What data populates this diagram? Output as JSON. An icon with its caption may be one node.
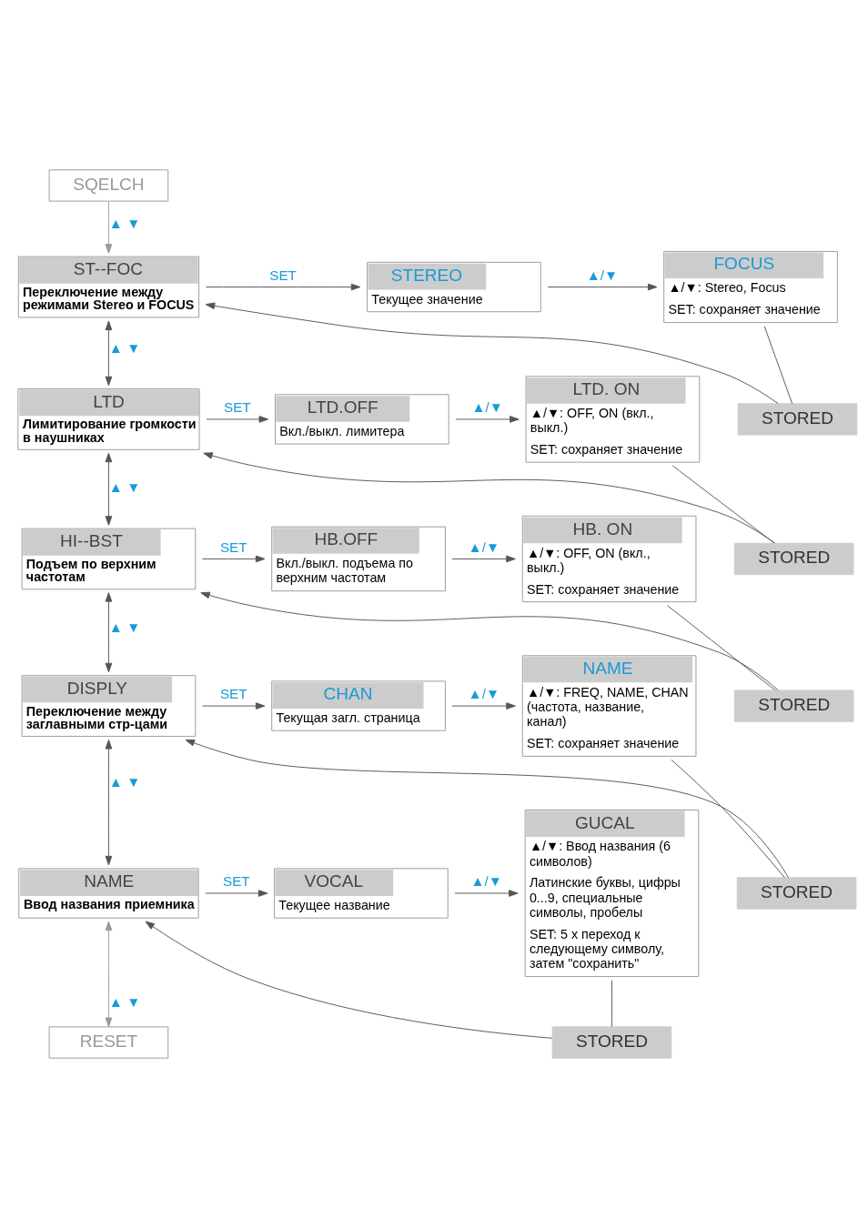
{
  "diagram": {
    "nodes": [
      {
        "text": [
          "SQELCH"
        ]
      },
      {
        "text": [
          "ST--FOC",
          "Переключение между режимами Stereo и FOCUS"
        ]
      },
      {
        "text": [
          "STEREO",
          "Текущее значение"
        ]
      },
      {
        "text": [
          "FOCUS",
          "▲/▼: Stereo, Focus",
          "SET: сохраняет значение"
        ]
      },
      {
        "text": [
          "STORED"
        ]
      },
      {
        "text": [
          "LTD",
          "Лимитирование громкости в наушниках"
        ]
      },
      {
        "text": [
          "LTD.OFF",
          "Вкл./выкл. лимитера"
        ]
      },
      {
        "text": [
          "LTD. ON",
          "▲/▼: OFF, ON (вкл., выкл.)",
          "SET: сохраняет значение"
        ]
      },
      {
        "text": [
          "STORED"
        ]
      },
      {
        "text": [
          "HI--BST",
          "Подъем по верхним частотам"
        ]
      },
      {
        "text": [
          "HB.OFF",
          "Вкл./выкл. подъема по верхним частотам"
        ]
      },
      {
        "text": [
          "HB. ON",
          "▲/▼: OFF, ON (вкл., выкл.)",
          "SET: сохраняет значение"
        ]
      },
      {
        "text": [
          "STORED"
        ]
      },
      {
        "text": [
          "DISPLY",
          "Переключение между заглавными стр-цами"
        ]
      },
      {
        "text": [
          "CHAN",
          "Текущая загл. страница"
        ]
      },
      {
        "text": [
          "NAME",
          "▲/▼: FREQ, NAME, CHAN (частота, название, канал)",
          "SET: сохраняет значение"
        ]
      },
      {
        "text": [
          "STORED"
        ]
      },
      {
        "text": [
          "NAME",
          "Ввод названия приемника"
        ]
      },
      {
        "text": [
          "VOCAL",
          "Текущее название"
        ]
      },
      {
        "text": [
          "GUCAL",
          "▲/▼: Ввод названия (6 символов)",
          "Латинские буквы, цифры 0...9, специальные символы, пробелы",
          "SET: 5 x переход к следующему символу, затем \"сохранить\""
        ]
      },
      {
        "text": [
          "STORED"
        ]
      },
      {
        "text": [
          "RESET"
        ]
      }
    ],
    "edges": [
      {
        "from": 0,
        "to": 1,
        "arrow": "to",
        "label": "▲ ▼",
        "color": "#999999"
      },
      {
        "from": 1,
        "to": 2,
        "arrow": "to",
        "label": "SET"
      },
      {
        "from": 2,
        "to": 3,
        "arrow": "to",
        "label": "▲/▼"
      },
      {
        "from": 3,
        "to": 4,
        "arrow": "none"
      },
      {
        "from": 4,
        "to": 1,
        "arrow": "to"
      },
      {
        "from": 1,
        "to": 5,
        "arrow": "both",
        "label": "▲ ▼"
      },
      {
        "from": 5,
        "to": 6,
        "arrow": "to",
        "label": "SET"
      },
      {
        "from": 6,
        "to": 7,
        "arrow": "to",
        "label": "▲/▼"
      },
      {
        "from": 7,
        "to": 8,
        "arrow": "none"
      },
      {
        "from": 8,
        "to": 5,
        "arrow": "to"
      },
      {
        "from": 5,
        "to": 9,
        "arrow": "both",
        "label": "▲ ▼"
      },
      {
        "from": 9,
        "to": 10,
        "arrow": "to",
        "label": "SET"
      },
      {
        "from": 10,
        "to": 11,
        "arrow": "to",
        "label": "▲/▼"
      },
      {
        "from": 11,
        "to": 12,
        "arrow": "none"
      },
      {
        "from": 12,
        "to": 9,
        "arrow": "to"
      },
      {
        "from": 9,
        "to": 13,
        "arrow": "both",
        "label": "▲ ▼"
      },
      {
        "from": 13,
        "to": 14,
        "arrow": "to",
        "label": "SET"
      },
      {
        "from": 14,
        "to": 15,
        "arrow": "to",
        "label": "▲/▼"
      },
      {
        "from": 15,
        "to": 16,
        "arrow": "none"
      },
      {
        "from": 16,
        "to": 13,
        "arrow": "to"
      },
      {
        "from": 13,
        "to": 17,
        "arrow": "both",
        "label": "▲ ▼"
      },
      {
        "from": 17,
        "to": 18,
        "arrow": "to",
        "label": "SET"
      },
      {
        "from": 18,
        "to": 19,
        "arrow": "to",
        "label": "▲/▼"
      },
      {
        "from": 19,
        "to": 20,
        "arrow": "none"
      },
      {
        "from": 20,
        "to": 17,
        "arrow": "to"
      },
      {
        "from": 17,
        "to": 21,
        "arrow": "both",
        "label": "▲ ▼",
        "color": "#999999"
      }
    ]
  }
}
